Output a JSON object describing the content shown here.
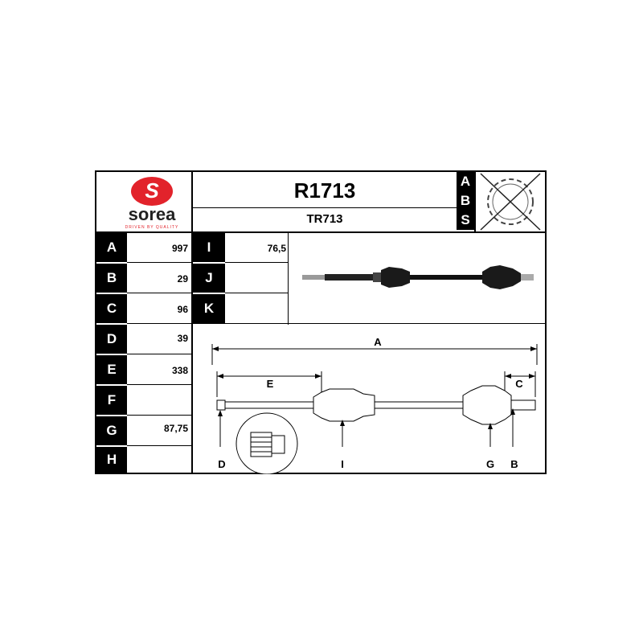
{
  "header": {
    "logo": {
      "brand": "sorea",
      "tagline": "DRIVEN BY QUALITY",
      "color": "#e2232b"
    },
    "ref": "R1713",
    "alt_ref": "TR713",
    "abs_letters": [
      "A",
      "B",
      "S"
    ],
    "abs_icon": "abs-sensor-crossed-icon"
  },
  "dimensions": [
    {
      "letter": "A",
      "value": "997"
    },
    {
      "letter": "B",
      "value": "29"
    },
    {
      "letter": "C",
      "value": "96"
    },
    {
      "letter": "D",
      "value": "39"
    },
    {
      "letter": "E",
      "value": "338"
    },
    {
      "letter": "F",
      "value": ""
    },
    {
      "letter": "G",
      "value": "87,75"
    },
    {
      "letter": "H",
      "value": ""
    }
  ],
  "extra": [
    {
      "letter": "I",
      "value": "76,5"
    },
    {
      "letter": "J",
      "value": ""
    },
    {
      "letter": "K",
      "value": ""
    }
  ],
  "diagram_labels": {
    "A": "A",
    "C": "C",
    "E": "E",
    "D": "D",
    "I": "I",
    "G": "G",
    "B": "B"
  },
  "photo": {
    "subject": "drive-shaft-photo"
  }
}
